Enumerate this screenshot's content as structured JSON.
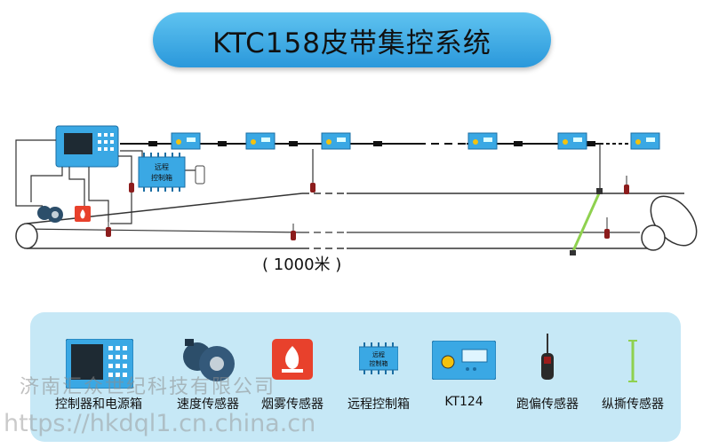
{
  "title": "KTC158皮带集控系统",
  "distance_label": "( 1000米 )",
  "remote_box_label": "远程\n控制箱",
  "legend": {
    "items": [
      {
        "label": "控制器和电源箱",
        "icon": "controller-power-box-icon"
      },
      {
        "label": "速度传感器",
        "icon": "speed-sensor-icon"
      },
      {
        "label": "烟雾传感器",
        "icon": "smoke-sensor-icon"
      },
      {
        "label": "远程控制箱",
        "icon": "remote-control-box-icon"
      },
      {
        "label": "KT124",
        "icon": "kt124-icon"
      },
      {
        "label": "跑偏传感器",
        "icon": "deviation-sensor-icon"
      },
      {
        "label": "纵撕传感器",
        "icon": "tear-sensor-icon"
      }
    ],
    "remote_icon_text": "远程\n控制箱"
  },
  "watermark": {
    "company": "济南汇众世纪科技有限公司",
    "url": "https://hkdql1.cn.china.cn"
  },
  "colors": {
    "title_bg": "#2a98db",
    "legend_bg": "#c6e8f6",
    "device_blue": "#3aa8e4",
    "tear_sensor": "#8fd14f",
    "smoke_red": "#e8412c"
  }
}
